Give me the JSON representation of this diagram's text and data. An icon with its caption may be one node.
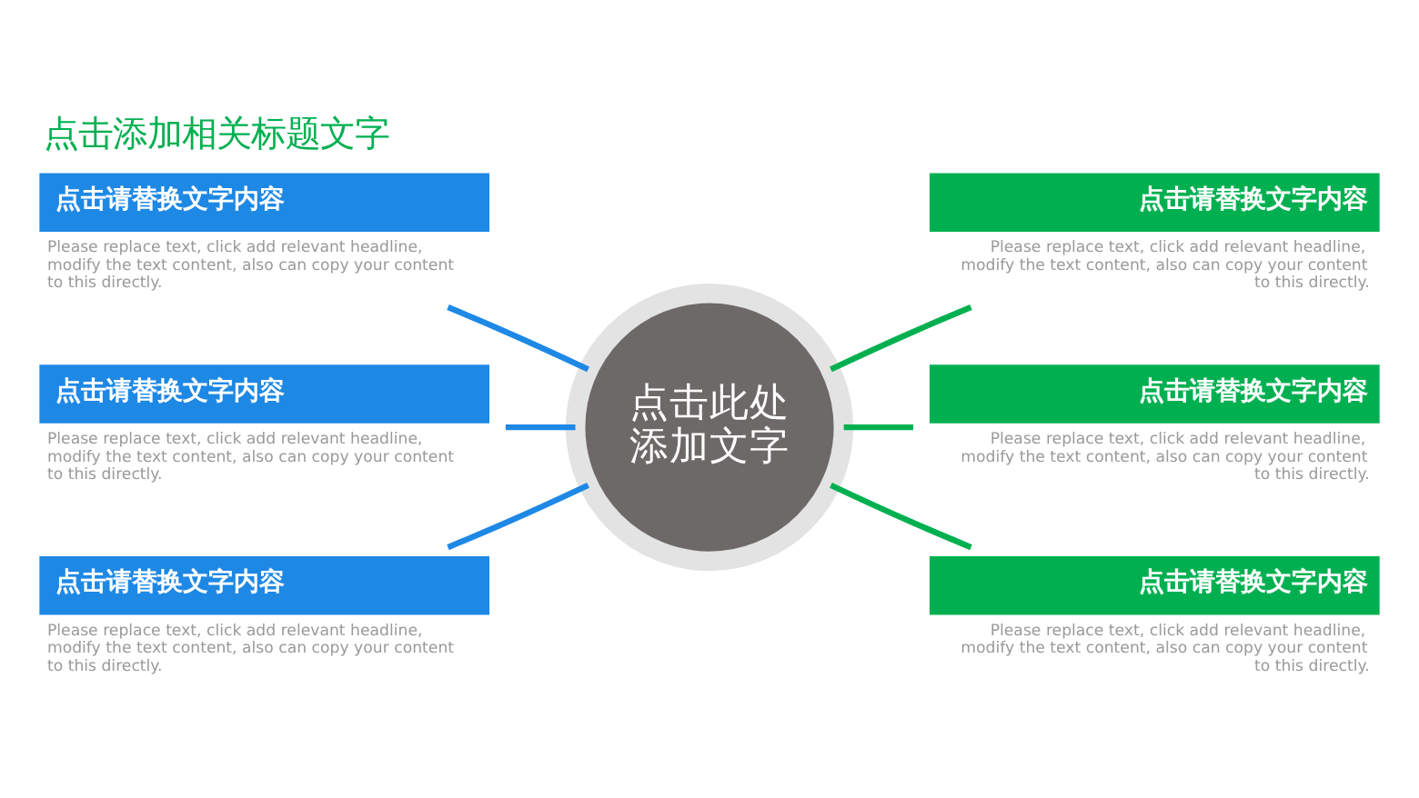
{
  "diagram": {
    "title": "点击添加相关标题文字",
    "nodes": [
      {
        "text": [
          "点击此处添加文字"
        ]
      },
      {
        "text": [
          "点击请替换文字内容"
        ],
        "beside": [
          "Please replace text, click add relevant headline, modify the text content, also can copy your content to this directly."
        ]
      },
      {
        "text": [
          "点击请替换文字内容"
        ],
        "beside": [
          "Please replace text, click add relevant headline, modify the text content, also can copy your content to this directly."
        ]
      },
      {
        "text": [
          "点击请替换文字内容"
        ],
        "beside": [
          "Please replace text, click add relevant headline, modify the text content, also can copy your content to this directly."
        ]
      },
      {
        "text": [
          "点击请替换文字内容"
        ],
        "beside": [
          "Please replace text, click add relevant headline, modify the text content, also can copy your content to this directly."
        ]
      },
      {
        "text": [
          "点击请替换文字内容"
        ],
        "beside": [
          "Please replace text, click add relevant headline, modify the text content, also can copy your content to this directly."
        ]
      },
      {
        "text": [
          "点击请替换文字内容"
        ],
        "beside": [
          "Please replace text, click add relevant headline, modify the text content, also can copy your content to this directly."
        ]
      }
    ],
    "edges": [
      {
        "from": 4,
        "to": 0,
        "arrow": "none",
        "color": "#1e88e5"
      },
      {
        "from": 0,
        "to": 1,
        "arrow": "none",
        "color": "#00b050"
      },
      {
        "from": 5,
        "to": 0,
        "arrow": "none",
        "color": "#1e88e5"
      },
      {
        "from": 0,
        "to": 2,
        "arrow": "none",
        "color": "#00b050"
      },
      {
        "from": 6,
        "to": 0,
        "arrow": "none",
        "color": "#1e88e5"
      },
      {
        "from": 0,
        "to": 3,
        "arrow": "none",
        "color": "#00b050"
      }
    ]
  }
}
